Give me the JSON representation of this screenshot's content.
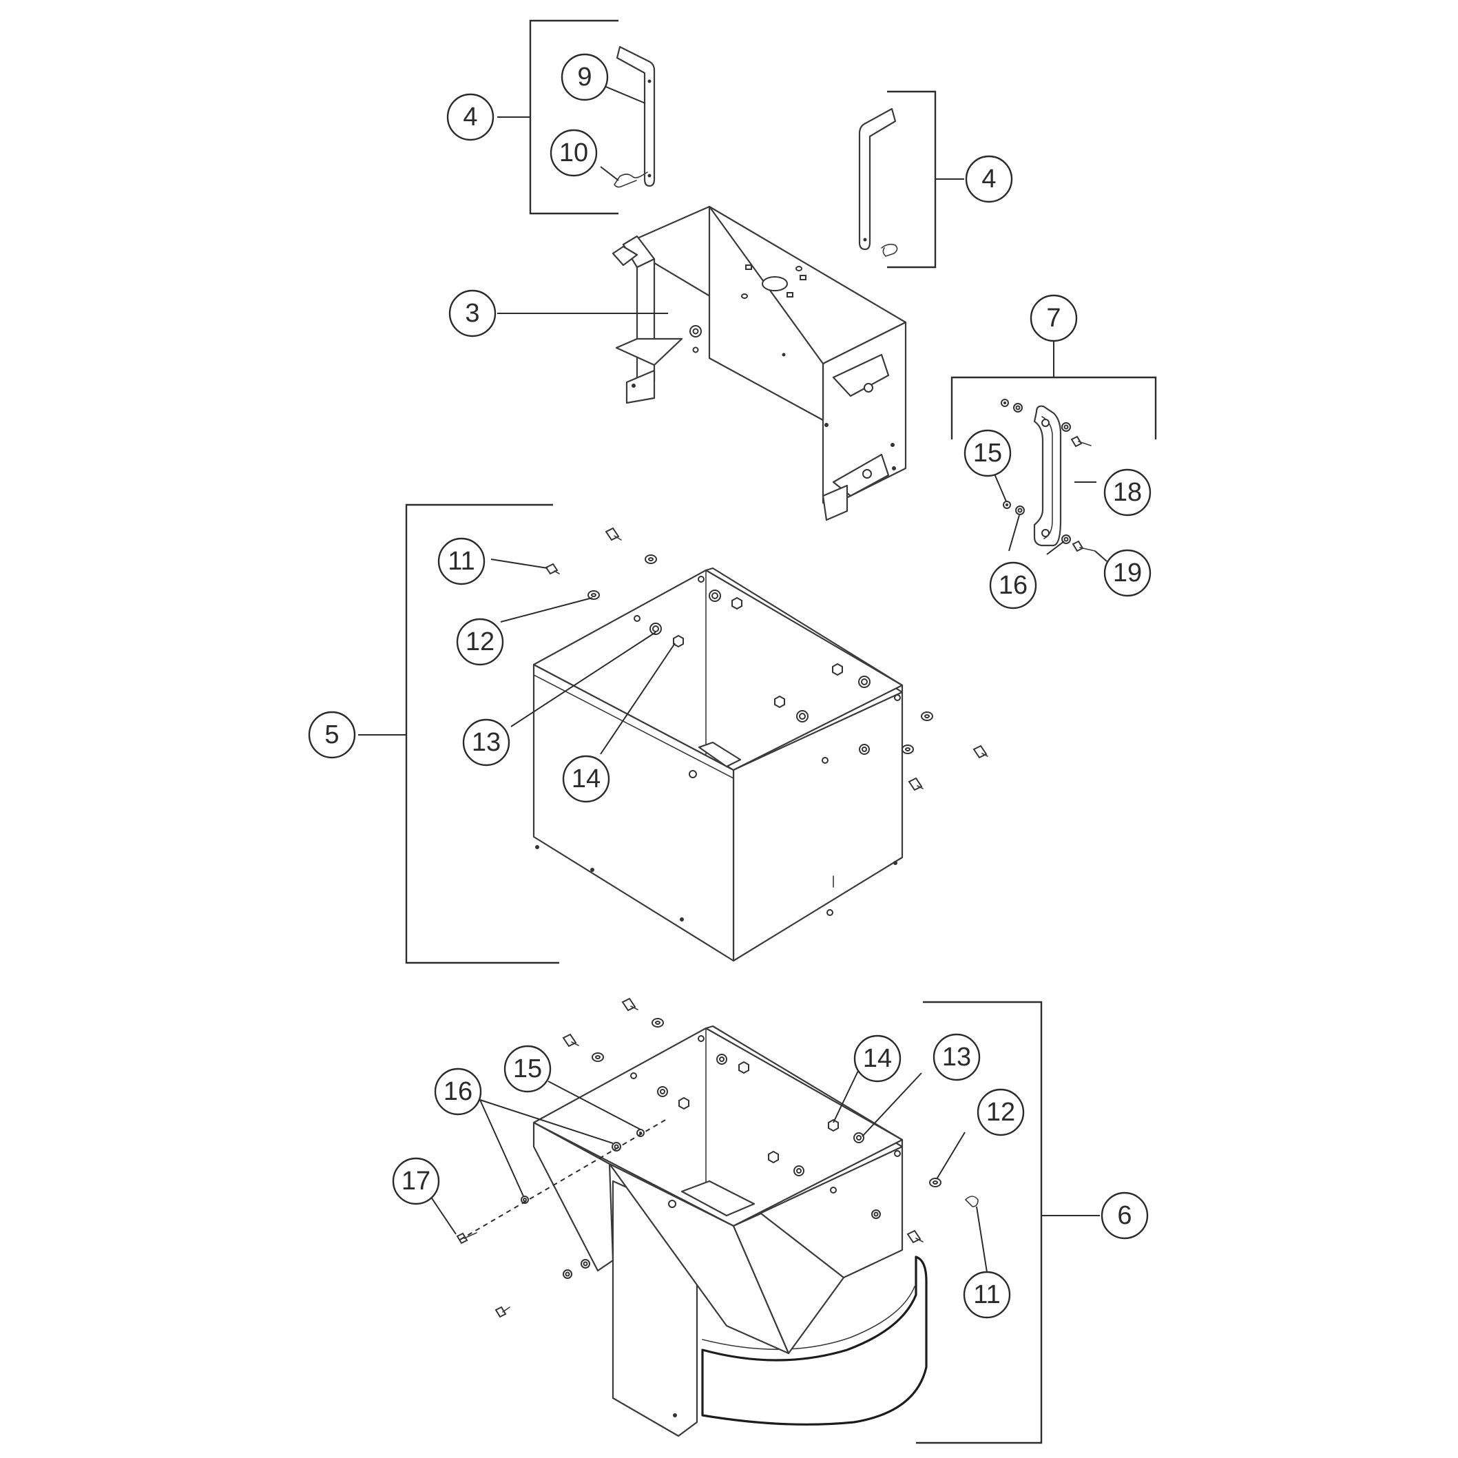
{
  "callouts": {
    "c9": "9",
    "c4a": "4",
    "c10": "10",
    "c4b": "4",
    "c3": "3",
    "c7": "7",
    "c15a": "15",
    "c18": "18",
    "c16a": "16",
    "c19": "19",
    "c11a": "11",
    "c12a": "12",
    "c13a": "13",
    "c14a": "14",
    "c5": "5",
    "c14b": "14",
    "c13b": "13",
    "c15b": "15",
    "c16b": "16",
    "c12b": "12",
    "c17": "17",
    "c6": "6",
    "c11b": "11"
  }
}
